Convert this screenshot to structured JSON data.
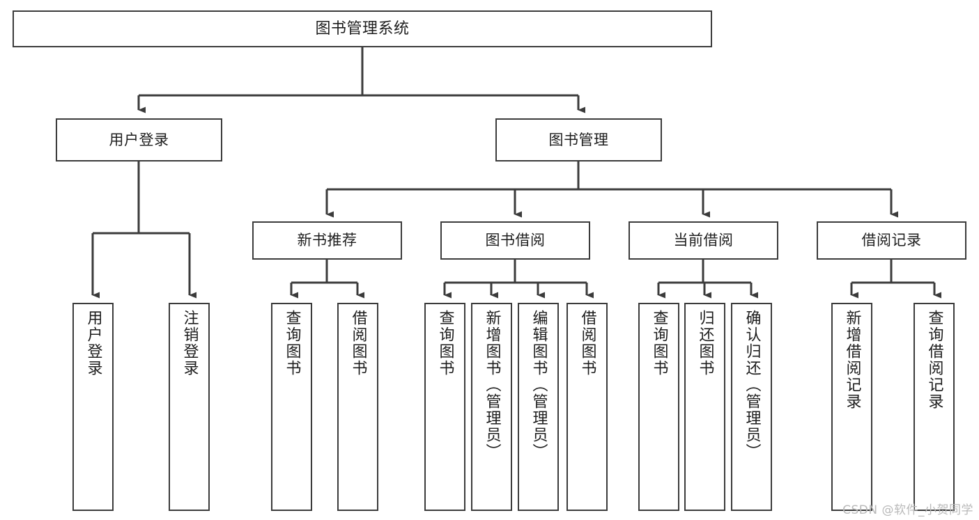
{
  "diagram": {
    "type": "tree-hierarchy",
    "title": "图书管理系统",
    "root": {
      "label": "图书管理系统"
    },
    "level2": [
      {
        "id": "user-login",
        "label": "用户登录"
      },
      {
        "id": "book-manage",
        "label": "图书管理"
      }
    ],
    "level3": [
      {
        "id": "new-book-recommend",
        "label": "新书推荐",
        "parent": "book-manage"
      },
      {
        "id": "book-borrow",
        "label": "图书借阅",
        "parent": "book-manage"
      },
      {
        "id": "current-borrow",
        "label": "当前借阅",
        "parent": "book-manage"
      },
      {
        "id": "borrow-record",
        "label": "借阅记录",
        "parent": "book-manage"
      }
    ],
    "leaves": [
      {
        "id": "leaf-user-login",
        "label": "用户登录",
        "parent": "user-login"
      },
      {
        "id": "leaf-user-logout",
        "label": "注销登录",
        "parent": "user-login"
      },
      {
        "id": "leaf-query-book-1",
        "label": "查询图书",
        "parent": "new-book-recommend"
      },
      {
        "id": "leaf-borrow-book-1",
        "label": "借阅图书",
        "parent": "new-book-recommend"
      },
      {
        "id": "leaf-query-book-2",
        "label": "查询图书",
        "parent": "book-borrow"
      },
      {
        "id": "leaf-add-book",
        "label": "新增图书（管理员）",
        "parent": "book-borrow"
      },
      {
        "id": "leaf-edit-book",
        "label": "编辑图书（管理员）",
        "parent": "book-borrow"
      },
      {
        "id": "leaf-borrow-book-2",
        "label": "借阅图书",
        "parent": "book-borrow"
      },
      {
        "id": "leaf-query-book-3",
        "label": "查询图书",
        "parent": "current-borrow"
      },
      {
        "id": "leaf-return-book",
        "label": "归还图书",
        "parent": "current-borrow"
      },
      {
        "id": "leaf-confirm-return",
        "label": "确认归还（管理员）",
        "parent": "current-borrow"
      },
      {
        "id": "leaf-add-record",
        "label": "新增借阅记录",
        "parent": "borrow-record"
      },
      {
        "id": "leaf-query-record",
        "label": "查询借阅记录",
        "parent": "borrow-record"
      }
    ],
    "colors": {
      "stroke": "#3b3b3b",
      "background": "#ffffff",
      "text": "#1d1d1d",
      "watermark": "#b9b9b9"
    }
  },
  "watermark": {
    "text": "CSDN @软件_小贺同学"
  }
}
